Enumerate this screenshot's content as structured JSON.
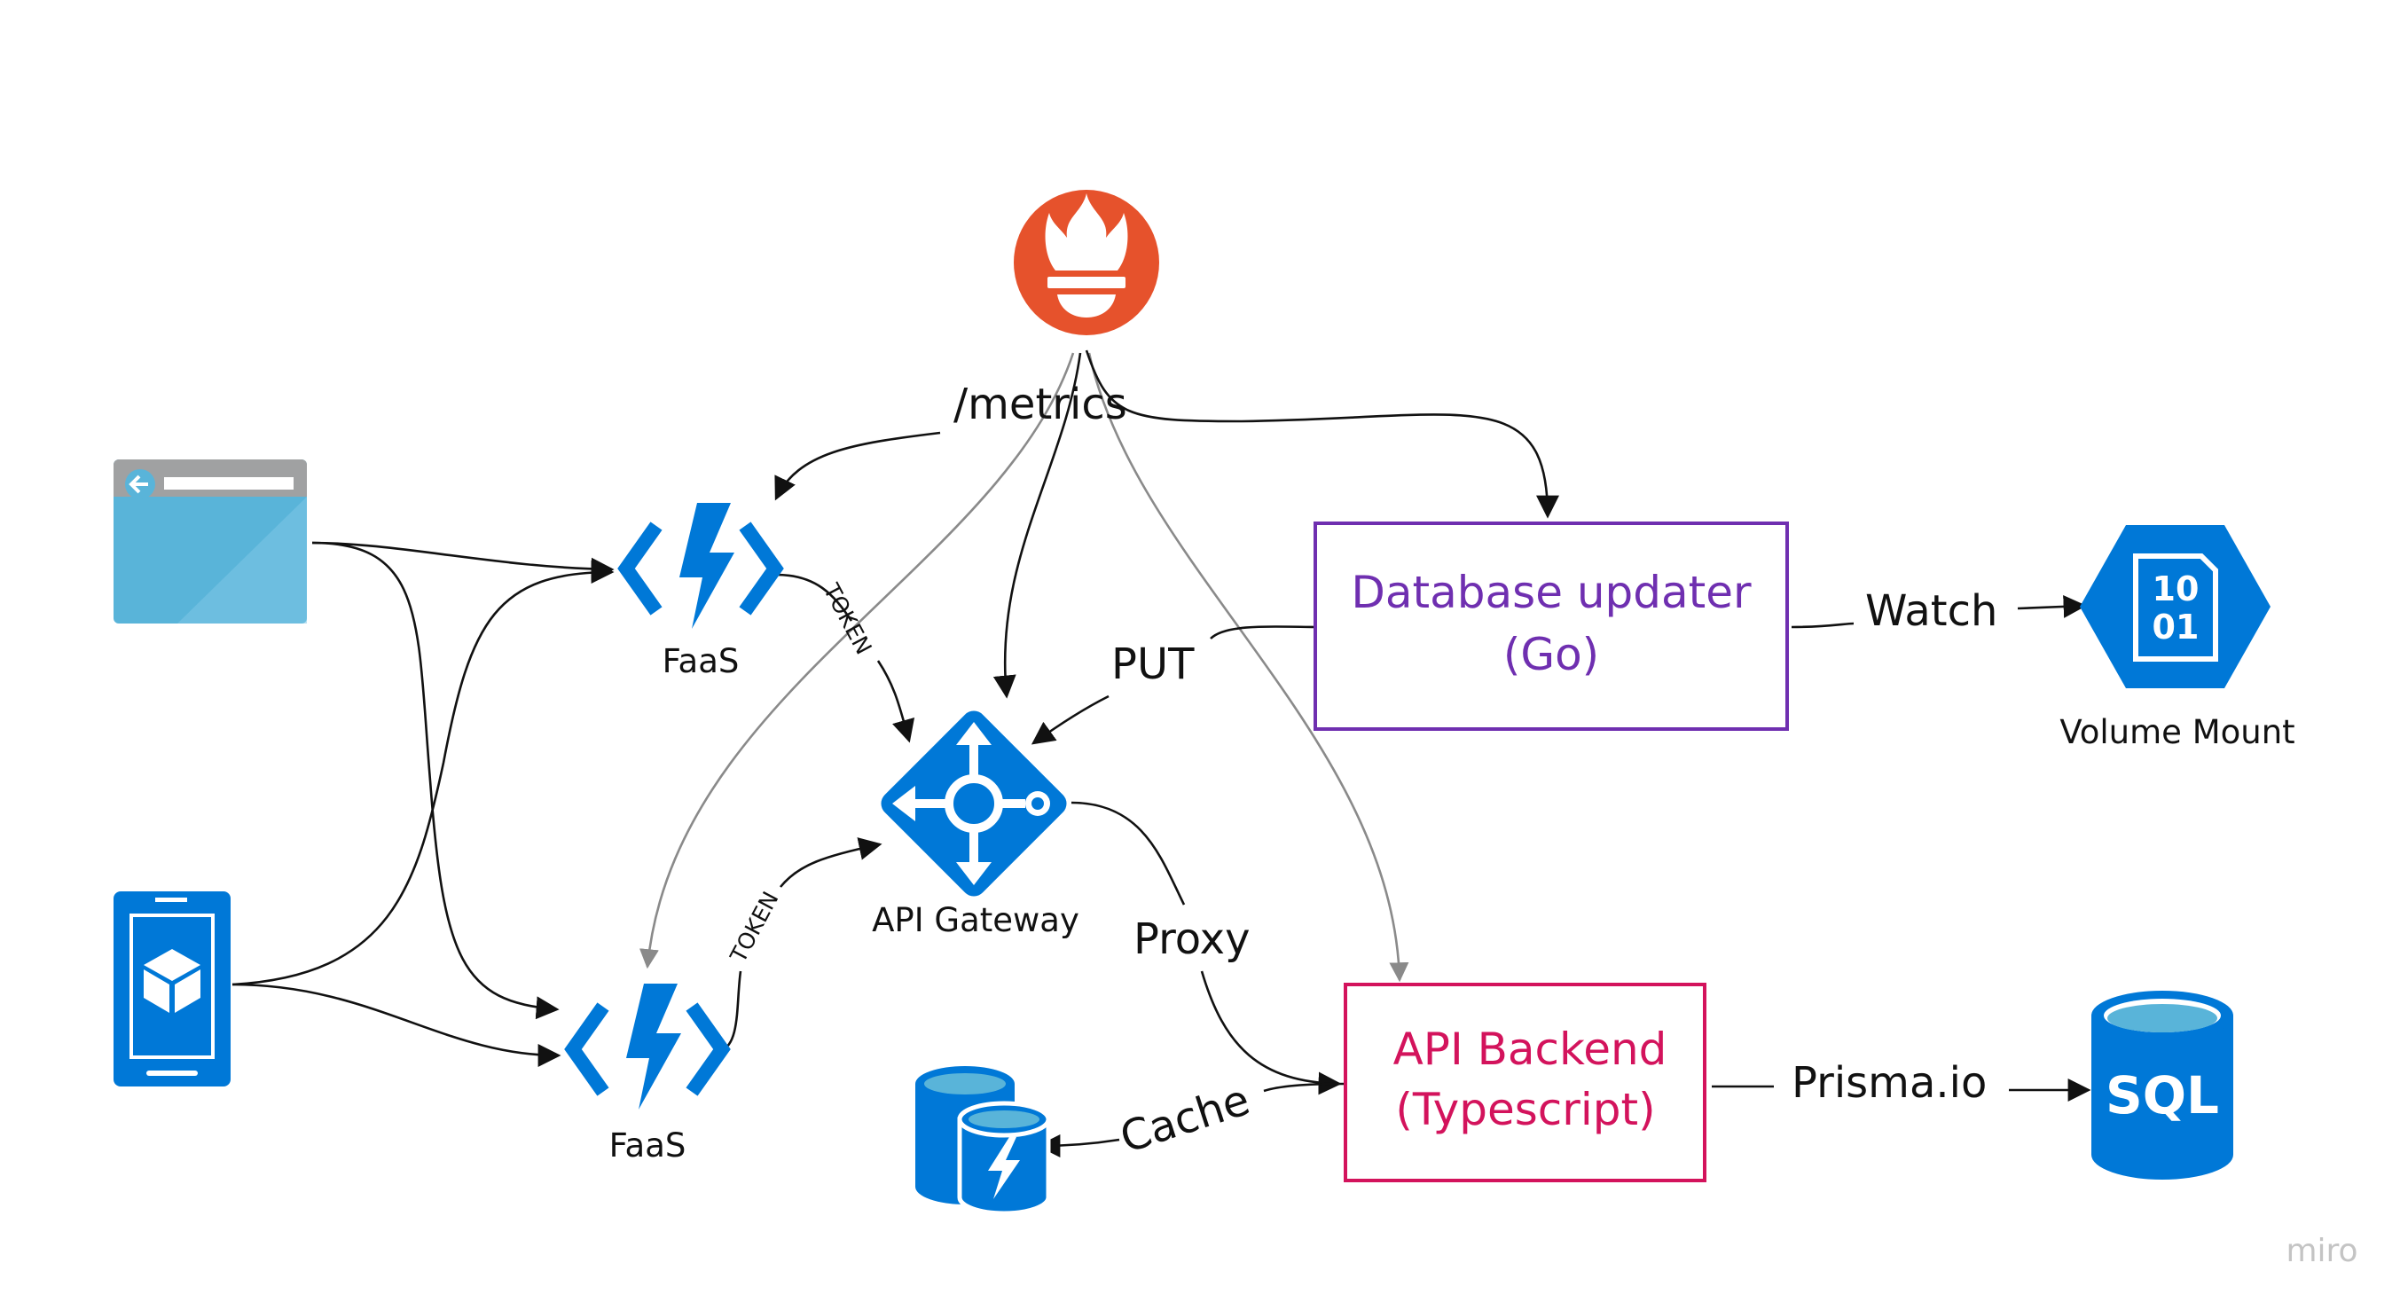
{
  "nodes": {
    "faas_top": {
      "label": "FaaS",
      "icon": "azure-function-icon"
    },
    "faas_bottom": {
      "label": "FaaS",
      "icon": "azure-function-icon"
    },
    "api_gateway": {
      "label": "API Gateway",
      "icon": "api-gateway-icon"
    },
    "volume_mount": {
      "label": "Volume Mount",
      "icon": "binary-file-hexagon-icon",
      "glyph_line1": "10",
      "glyph_line2": "01"
    },
    "database_updater": {
      "line1": "Database updater",
      "line2": "(Go)",
      "color": "#6f2fb0"
    },
    "api_backend": {
      "line1": "API Backend",
      "line2": "(Typescript)",
      "color": "#d3135c"
    },
    "sql_db": {
      "glyph": "SQL",
      "icon": "sql-database-icon"
    },
    "prometheus": {
      "icon": "prometheus-icon",
      "color": "#e6522c"
    },
    "browser": {
      "icon": "browser-window-icon"
    },
    "mobile": {
      "icon": "mobile-device-icon"
    },
    "cache": {
      "icon": "redis-cache-icon"
    }
  },
  "edge_labels": {
    "metrics": "/metrics",
    "put": "PUT",
    "watch": "Watch",
    "proxy": "Proxy",
    "cache": "Cache",
    "prisma": "Prisma.io",
    "token_top": "TOKEN",
    "token_bottom": "TOKEN"
  },
  "colors": {
    "azure_blue": "#0078d7",
    "light_blue": "#59b4d9",
    "edge_dark": "#111111",
    "edge_gray": "#8a8a8a"
  },
  "watermark": "miro"
}
